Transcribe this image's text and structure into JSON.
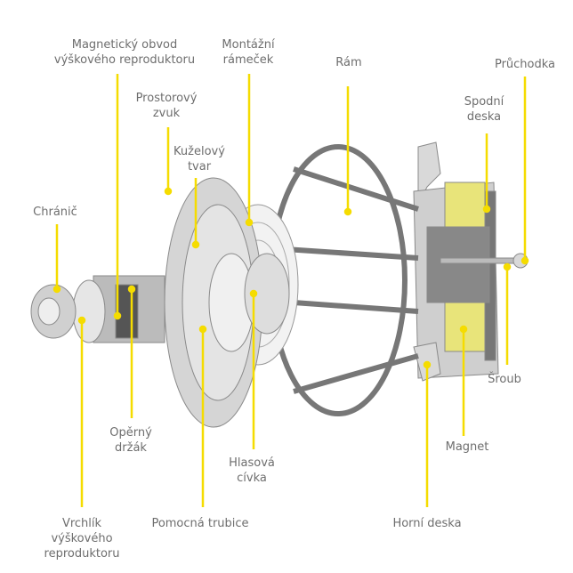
{
  "title": "Speaker exploded view",
  "accent_color": "#f5dc00",
  "labels": {
    "magnetic_circuit": [
      "Magnetický obvod",
      "výškového reproduktoru"
    ],
    "mounting_frame": [
      "Montážní",
      "rámeček"
    ],
    "frame": [
      "Rám"
    ],
    "grommet": [
      "Průchodka"
    ],
    "surround": [
      "Prostorový",
      "zvuk"
    ],
    "cone": [
      "Kuželový",
      "tvar"
    ],
    "bottom_plate": [
      "Spodní",
      "deska"
    ],
    "protector": [
      "Chránič"
    ],
    "support_bracket": [
      "Opěrný",
      "držák"
    ],
    "voice_coil": [
      "Hlasová",
      "cívka"
    ],
    "screw": [
      "Šroub"
    ],
    "magnet": [
      "Magnet"
    ],
    "tweeter_dome": [
      "Vrchlík",
      "výškového",
      "reproduktoru"
    ],
    "auxiliary_tube": [
      "Pomocná trubice"
    ],
    "top_plate": [
      "Horní deska"
    ]
  }
}
